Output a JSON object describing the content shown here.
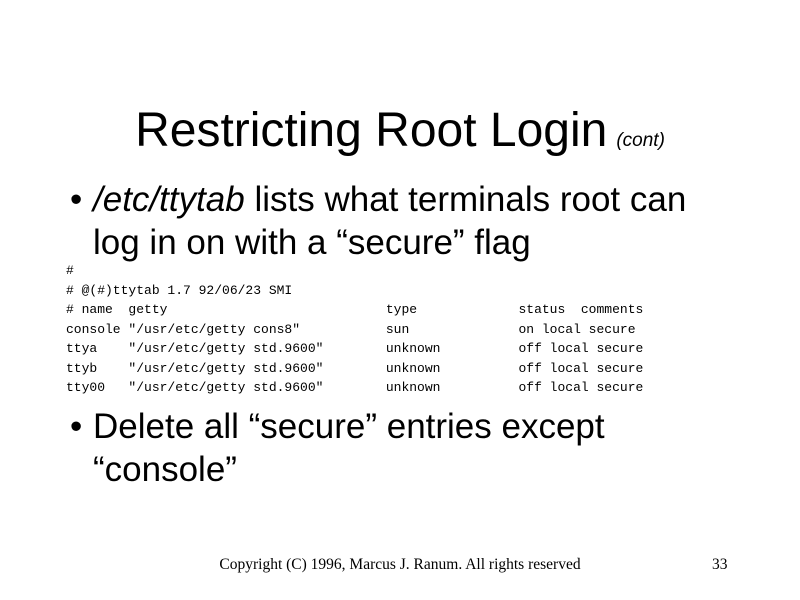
{
  "slide": {
    "title": {
      "text": "Restricting Root Login",
      "suffix": "(cont)"
    },
    "bullets": [
      {
        "marker": "•",
        "italic_lead": "/etc/ttytab",
        "line1_rest": " lists what terminals root can",
        "line2": "log in on with a “secure” flag"
      },
      {
        "marker": "•",
        "line1": "Delete all “secure” entries except",
        "line2": "“console”"
      }
    ],
    "code": {
      "lines": [
        "#",
        "# @(#)ttytab 1.7 92/06/23 SMI",
        "# name  getty                            type             status  comments",
        "console \"/usr/etc/getty cons8\"           sun              on local secure",
        "ttya    \"/usr/etc/getty std.9600\"        unknown          off local secure",
        "ttyb    \"/usr/etc/getty std.9600\"        unknown          off local secure",
        "tty00   \"/usr/etc/getty std.9600\"        unknown          off local secure"
      ]
    },
    "footer": {
      "copyright": "Copyright (C) 1996, Marcus J. Ranum. All rights reserved",
      "page_number": "33"
    }
  }
}
